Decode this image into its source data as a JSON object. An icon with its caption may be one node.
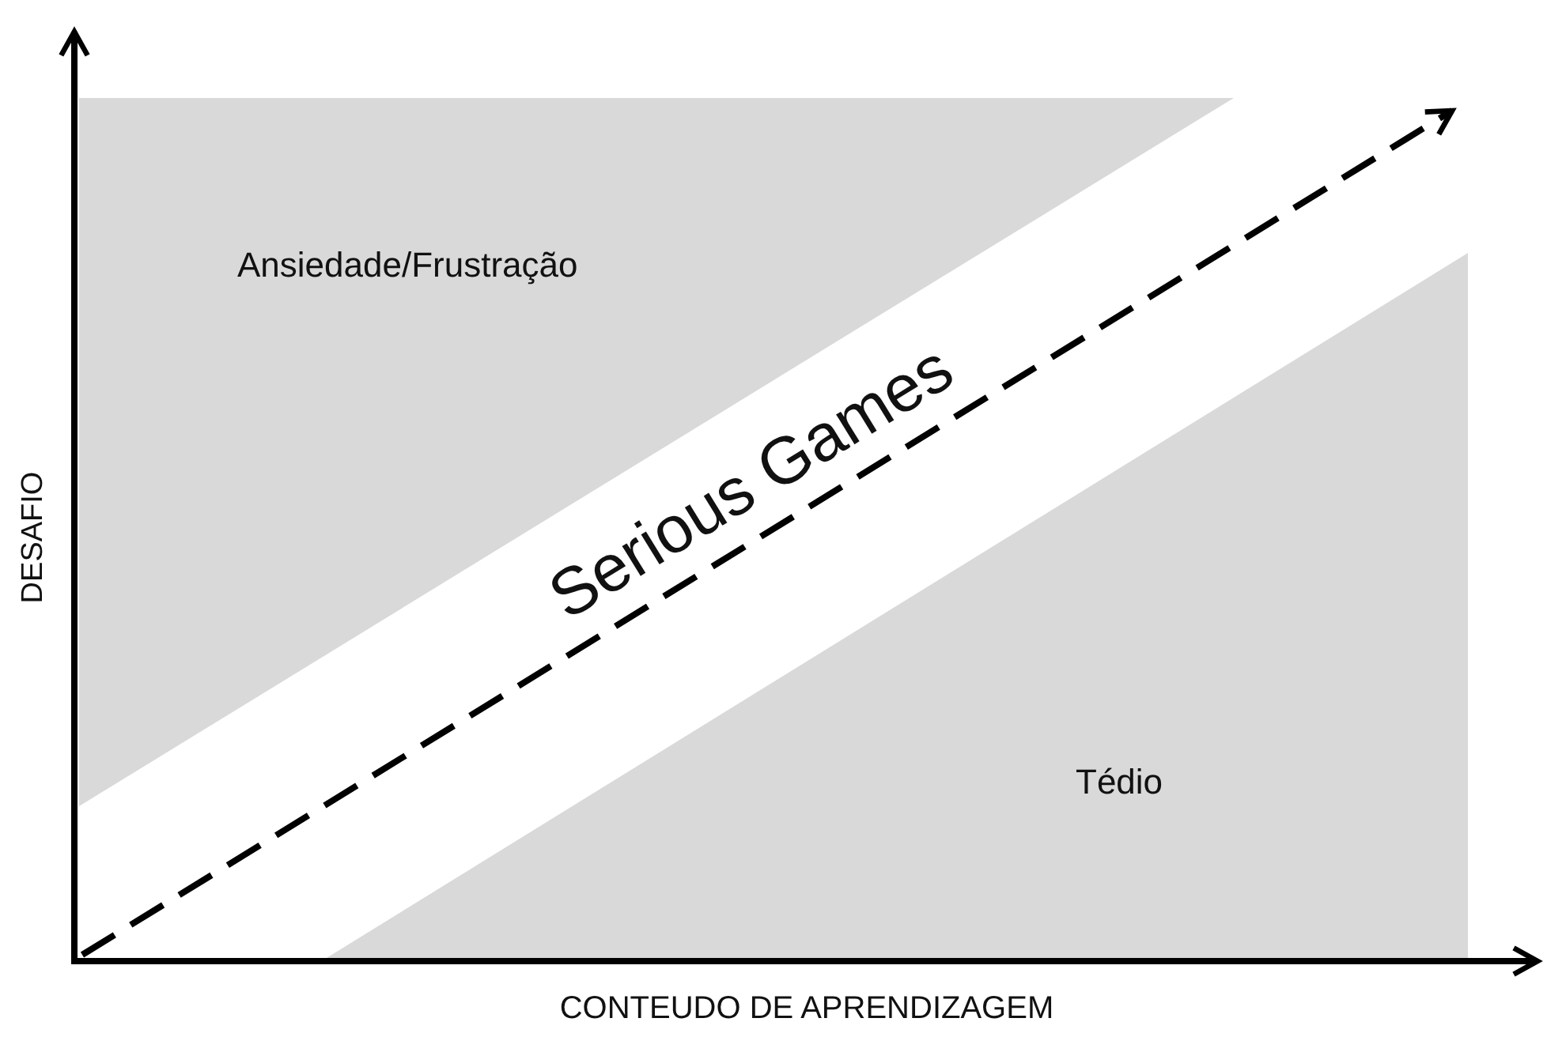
{
  "diagram": {
    "nodes": [
      {
        "text": [
          "Ansiedade/Frustração"
        ]
      },
      {
        "text": [
          "Tédio"
        ]
      }
    ],
    "labels": [
      "Serious Games",
      "DESAFIO",
      "CONTEUDO DE APRENDIZAGEM"
    ]
  }
}
